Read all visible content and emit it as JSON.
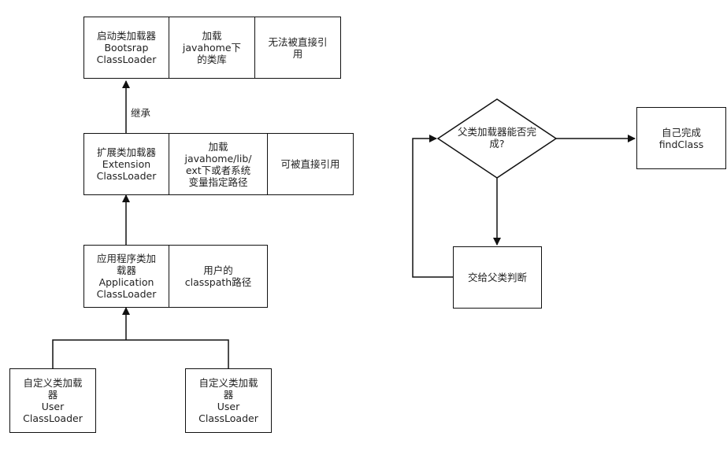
{
  "bootstrap": {
    "name": "启动类加载器\nBootsrap\nClassLoader",
    "load": "加载\njavahome下\n的类库",
    "note": "无法被直接引\n用"
  },
  "inherit_label": "继承",
  "extension": {
    "name": "扩展类加载器\nExtension\nClassLoader",
    "load": "加载\njavahome/lib/\next下或者系统\n变量指定路径",
    "note": "可被直接引用"
  },
  "application": {
    "name": "应用程序类加\n载器\nApplication\nClassLoader",
    "load": "用户的\nclasspath路径"
  },
  "user_loaders": [
    {
      "name": "自定义类加载\n器\nUser\nClassLoader"
    },
    {
      "name": "自定义类加载\n器\nUser\nClassLoader"
    }
  ],
  "flow": {
    "decision": "父类加载器能否完\n成?",
    "yes_box": "自己完成\nfindClass",
    "no_box": "交给父类判断"
  }
}
